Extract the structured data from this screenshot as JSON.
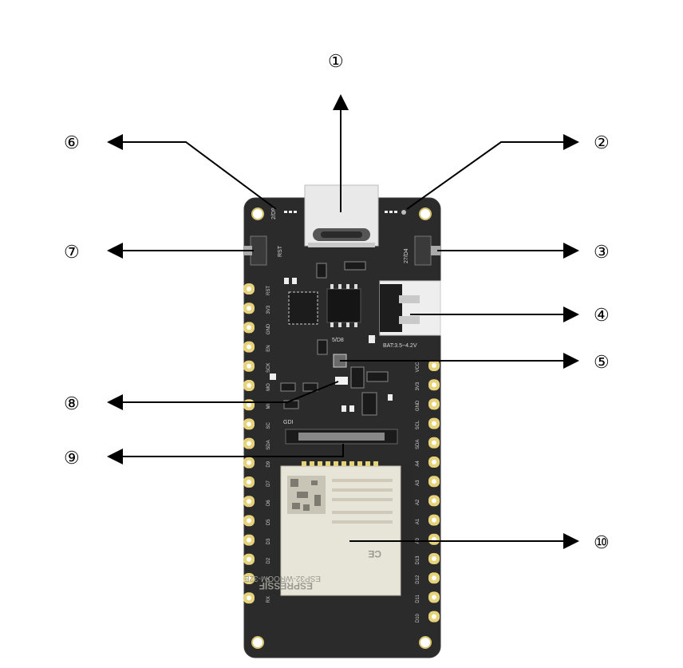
{
  "callouts": [
    {
      "id": 1,
      "label": "①"
    },
    {
      "id": 2,
      "label": "②"
    },
    {
      "id": 3,
      "label": "③"
    },
    {
      "id": 4,
      "label": "④"
    },
    {
      "id": 5,
      "label": "⑤"
    },
    {
      "id": 6,
      "label": "⑥"
    },
    {
      "id": 7,
      "label": "⑦"
    },
    {
      "id": 8,
      "label": "⑧"
    },
    {
      "id": 9,
      "label": "⑨"
    },
    {
      "id": 10,
      "label": "⑩"
    }
  ],
  "board": {
    "label_2_d9": "2/D9",
    "label_rst_button": "RST",
    "label_27_d4": "27/D4",
    "label_5_d8": "5/D8",
    "battery_label": "BAT:3.5~4.2V",
    "battery_plus": "+",
    "gdi_label": "GDI",
    "left_pins": [
      "RST",
      "3V3",
      "GND",
      "EN",
      "SCK",
      "MO",
      "MI",
      "SC",
      "SDA",
      "D9",
      "D7",
      "D6",
      "D5",
      "D3",
      "D2",
      "TX",
      "RX"
    ],
    "right_pins": [
      "VCC",
      "3V3",
      "GND",
      "SCL",
      "SDA",
      "A4",
      "A3",
      "A2",
      "A1",
      "A0",
      "D13",
      "D12",
      "D11",
      "D10"
    ],
    "module_brand": "ESPRESSIF",
    "module_name": "ESP32-WROOM-32E",
    "module_mark": "CE"
  },
  "colors": {
    "pcb": "#2b2b2b",
    "pad": "#e6d27a",
    "silkscreen": "#d8d8d8",
    "module_shield": "#e7e4d8"
  }
}
